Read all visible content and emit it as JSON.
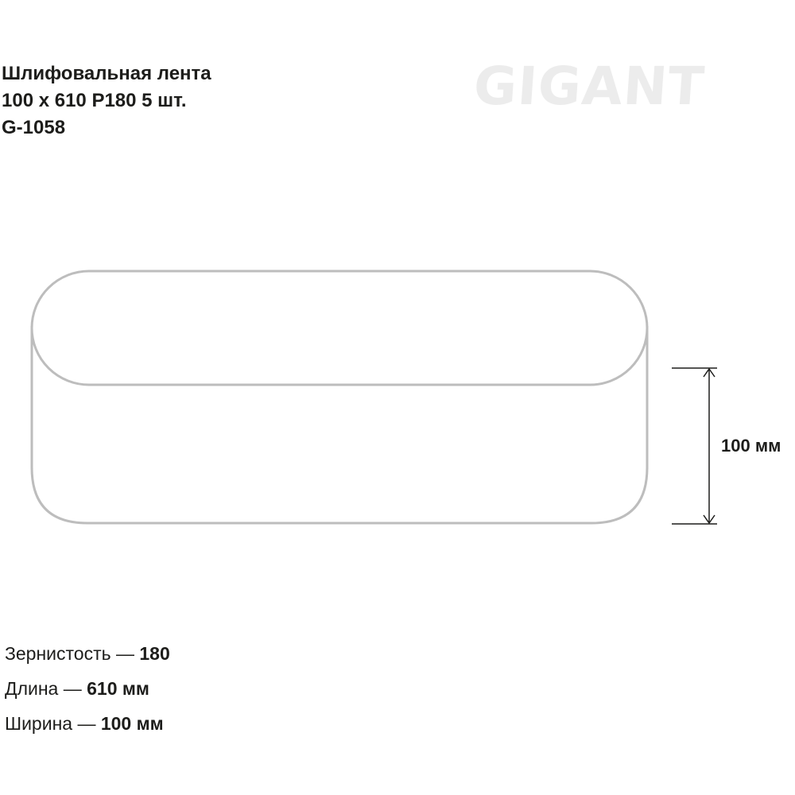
{
  "title": {
    "line1": "Шлифовальная лента",
    "line2": "100 x 610 P180 5 шт.",
    "line3": "G-1058"
  },
  "brand": {
    "logo_text": "GIGANT",
    "logo_color": "#ececec"
  },
  "diagram": {
    "width_dimension_label": "100 мм",
    "outline_color": "#bdbdbd",
    "dimension_line_color": "#1d1d1b"
  },
  "specs": [
    {
      "label": "Зернистость — ",
      "value": "180"
    },
    {
      "label": "Длина — ",
      "value": "610 мм"
    },
    {
      "label": "Ширина — ",
      "value": "100 мм"
    }
  ]
}
